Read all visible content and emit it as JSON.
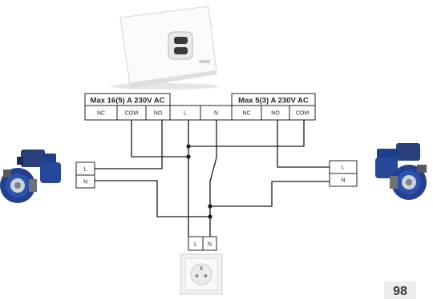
{
  "relay_block": {
    "left_header": "Max 16(5) A 230V AC",
    "right_header": "Max 5(3) A 230V AC",
    "terminals": [
      "NC",
      "COM",
      "NO",
      "L",
      "N",
      "NC",
      "NO",
      "COM"
    ]
  },
  "left_pump": {
    "terminals": [
      "L",
      "N"
    ]
  },
  "right_pump": {
    "terminals": [
      "L",
      "N"
    ]
  },
  "socket": {
    "terminals": [
      "L",
      "N"
    ]
  },
  "page_number": "98",
  "colors": {
    "pump_blue": "#1f3f8c",
    "line": "#1a1a1a",
    "device_white": "#f4f4f4"
  }
}
